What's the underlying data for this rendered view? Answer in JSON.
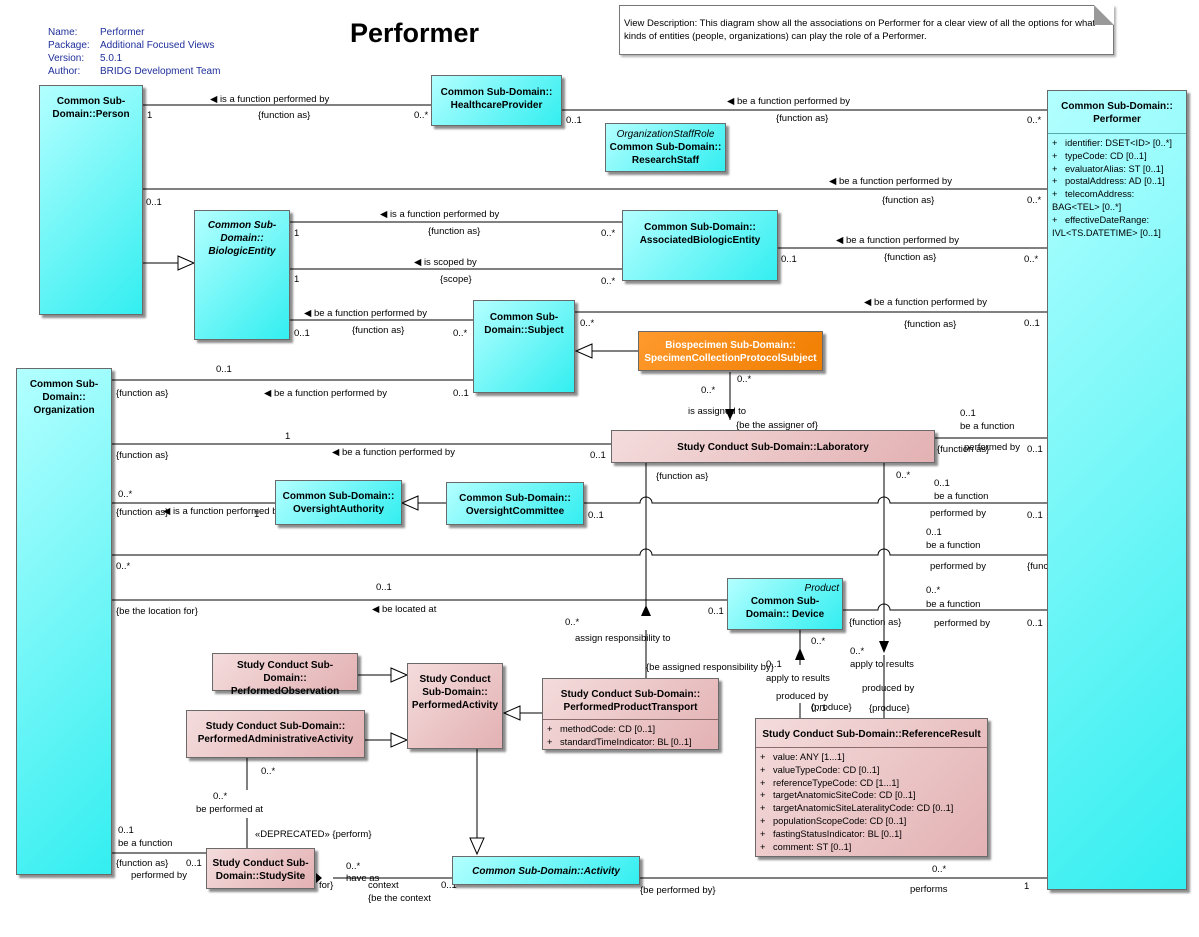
{
  "header": {
    "title": "Performer",
    "meta": [
      {
        "key": "Name:",
        "value": "Performer"
      },
      {
        "key": "Package:",
        "value": "Additional Focused Views"
      },
      {
        "key": "Version:",
        "value": "5.0.1"
      },
      {
        "key": "Author:",
        "value": "BRIDG Development Team"
      }
    ],
    "note": "View Description:  This diagram show all the associations on Performer for a clear view of all the options for what kinds of entities (people, organizations) can play the role of a Performer."
  },
  "colors": {
    "cyan_class": "#33eef0",
    "pink_class": "#e3b1b3",
    "orange_class": "#f07e00",
    "meta_text": "#1f2f9a"
  },
  "classes": {
    "person": {
      "name": "Common Sub-Domain::Person"
    },
    "healthcare_provider": {
      "name": "Common Sub-Domain:: HealthcareProvider"
    },
    "research_staff": {
      "stereotype": "OrganizationStaffRole",
      "name": "Common Sub-Domain:: ResearchStaff"
    },
    "performer": {
      "name": "Common Sub-Domain:: Performer",
      "attributes": [
        "identifier: DSET<ID> [0..*]",
        "typeCode: CD [0..1]",
        "evaluatorAlias: ST [0..1]",
        "postalAddress: AD [0..1]",
        "telecomAddress: BAG<TEL> [0..*]",
        "effectiveDateRange: IVL<TS.DATETIME> [0..1]"
      ]
    },
    "biologic_entity": {
      "name": "Common Sub-Domain:: BiologicEntity"
    },
    "associated_biologic_entity": {
      "name": "Common Sub-Domain:: AssociatedBiologicEntity"
    },
    "subject": {
      "name": "Common Sub-Domain::Subject"
    },
    "specimen_collection_protocol_subject": {
      "name": "Biospecimen Sub-Domain:: SpecimenCollectionProtocolSubject"
    },
    "organization": {
      "name": "Common Sub-Domain:: Organization"
    },
    "laboratory": {
      "name": "Study Conduct Sub-Domain::Laboratory"
    },
    "oversight_authority": {
      "name": "Common Sub-Domain:: OversightAuthority"
    },
    "oversight_committee": {
      "name": "Common Sub-Domain:: OversightCommittee"
    },
    "device": {
      "stereotype": "Product",
      "name": "Common Sub-Domain:: Device"
    },
    "performed_observation": {
      "name": "Study Conduct Sub-Domain:: PerformedObservation"
    },
    "performed_activity": {
      "name": "Study Conduct Sub-Domain:: PerformedActivity"
    },
    "performed_administrative_activity": {
      "name": "Study Conduct Sub-Domain:: PerformedAdministrativeActivity"
    },
    "performed_product_transport": {
      "name": "Study Conduct Sub-Domain:: PerformedProductTransport",
      "attributes": [
        "methodCode: CD [0..1]",
        "standardTimeIndicator: BL [0..1]"
      ]
    },
    "reference_result": {
      "name": "Study Conduct Sub-Domain::ReferenceResult",
      "attributes": [
        "value: ANY [1...1]",
        "valueTypeCode: CD [0..1]",
        "referenceTypeCode: CD [1...1]",
        "targetAnatomicSiteCode: CD [0..1]",
        "targetAnatomicSiteLateralityCode: CD [0..1]",
        "populationScopeCode: CD [0..1]",
        "fastingStatusIndicator: BL [0..1]",
        "comment: ST [0..1]"
      ]
    },
    "study_site": {
      "name": "Study Conduct Sub-Domain::StudySite"
    },
    "activity": {
      "name": "Common Sub-Domain::Activity"
    }
  },
  "labels": [
    "◀ is a function performed by",
    "{function as}",
    "1",
    "0..*",
    "◀ be a function performed by",
    "{function as}",
    "0..1",
    "0..*",
    "◀ be a function performed by",
    "{function as}",
    "0..1",
    "0..*",
    "◀ is a function performed by",
    "{function as}",
    "1",
    "0..*",
    "◀ is scoped by",
    "{scope}",
    "1",
    "0..*",
    "◀ be a function performed by",
    "{function as}",
    "0..1",
    "0..*",
    "◀ be a function performed by",
    "{function as}",
    "0..1",
    "0..*",
    "◀ be a function performed by",
    "{function as}",
    "0..1",
    "0..*",
    "0..1",
    "◀ be a function performed by",
    "{function as}",
    "0..1",
    "0..*",
    "0..*",
    "is assigned to",
    "{be the assigner of}",
    "1",
    "◀ be a function performed by",
    "{function as}",
    "0..1",
    "0..1",
    "be a function",
    "performed by",
    "{function as}",
    "0..1",
    "0..*",
    "◀ is a function performed by",
    "{function as}",
    "1",
    "0..1",
    "0..1",
    "be a function",
    "performed by",
    "{function as}",
    "0..1",
    "0..*",
    "0..1",
    "be a function",
    "performed by",
    "{function as}",
    "0..*",
    "0..1",
    "◀ be located at",
    "{be the location for}",
    "0..1",
    "0..*",
    "be a function",
    "performed by",
    "{function as}",
    "0..1",
    "0..*",
    "assign responsibility to",
    "{be assigned responsibility by}",
    "0..*",
    "0..1",
    "apply to results",
    "produced by",
    "{produce}",
    "0..1",
    "0..*",
    "apply to results",
    "produced by",
    "{produce}",
    "0..*",
    "0..*",
    "be performed at",
    "«DEPRECATED» {perform}",
    "0..1",
    "be a function",
    "performed by",
    "{function as}",
    "0..1",
    "0..*",
    "have as",
    "context",
    "{be the context",
    "for}",
    "0..1",
    "0..*",
    "performs",
    "{be performed by}",
    "1",
    "0..*"
  ]
}
